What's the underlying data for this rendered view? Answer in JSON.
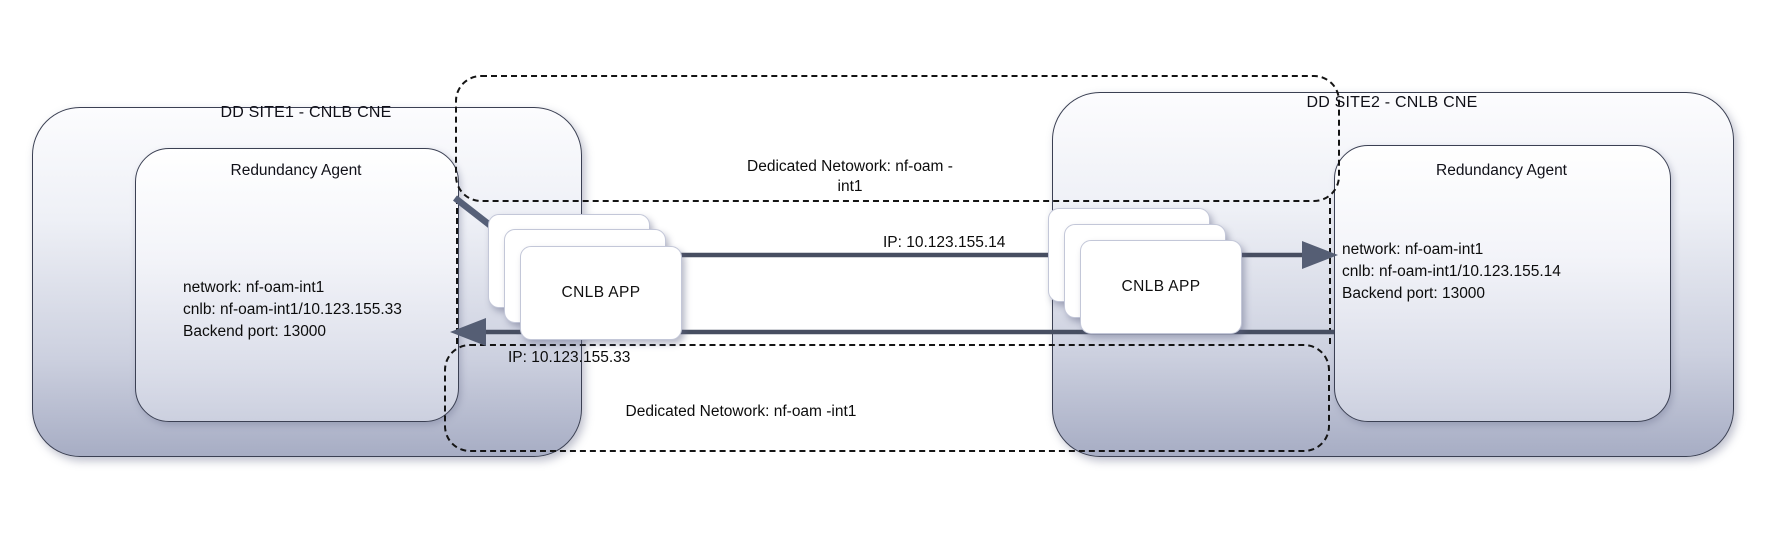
{
  "diagram": {
    "site1": {
      "title": "DD SITE1 - CNLB CNE",
      "agent": {
        "title": "Redundancy Agent",
        "lines": [
          "network: nf-oam-int1",
          "cnlb: nf-oam-int1/10.123.155.33",
          "Backend port: 13000"
        ]
      },
      "app_label": "CNLB APP"
    },
    "site2": {
      "title": "DD SITE2 - CNLB CNE",
      "agent": {
        "title": "Redundancy Agent",
        "lines": [
          "network: nf-oam-int1",
          "cnlb: nf-oam-int1/10.123.155.14",
          "Backend port: 13000"
        ]
      },
      "app_label": "CNLB APP"
    },
    "networks": {
      "top": {
        "label_line1": "Dedicated Netowork: nf-oam -",
        "label_line2": "int1"
      },
      "bottom": {
        "label": "Dedicated Netowork: nf-oam -int1"
      }
    },
    "arrows": {
      "to_site2_label": "IP: 10.123.155.14",
      "to_site1_label": "IP: 10.123.155.33"
    },
    "colors": {
      "arrow": "#4a5164",
      "arrowhead": "#555e74",
      "container_border": "#3b4053",
      "container_fill_bottom": "#a7adc4",
      "dashed_line": "#141414",
      "card_fill": "#ffffff"
    }
  }
}
